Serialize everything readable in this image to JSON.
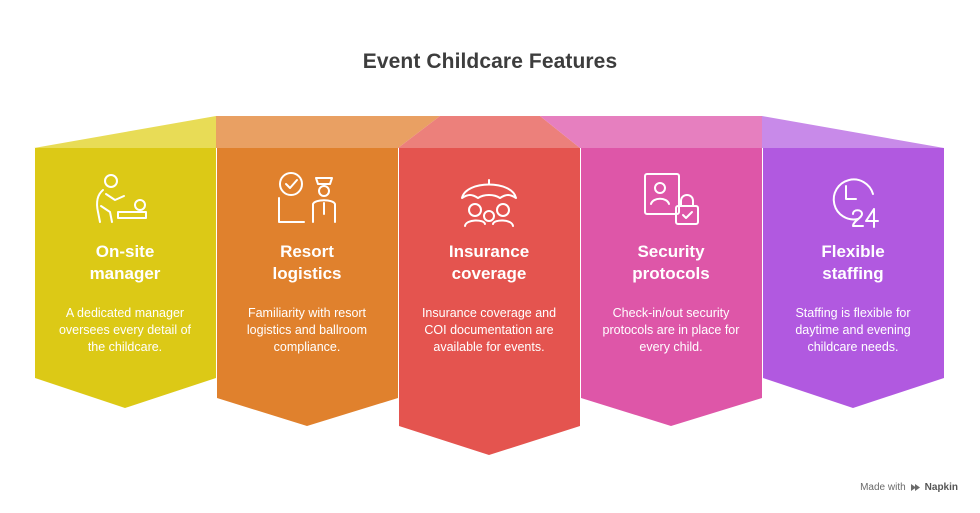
{
  "title": "Event Childcare Features",
  "items": [
    {
      "title": "On-site\nmanager",
      "desc": "A dedicated manager oversees every detail of the childcare.",
      "color": "#dcc916",
      "icon": "caregiver-baby-icon"
    },
    {
      "title": "Resort\nlogistics",
      "desc": "Familiarity with resort logistics and ballroom compliance.",
      "color": "#e0812d",
      "icon": "checklist-staff-icon"
    },
    {
      "title": "Insurance\ncoverage",
      "desc": "Insurance coverage and COI documentation are available for events.",
      "color": "#e4544f",
      "icon": "umbrella-family-icon"
    },
    {
      "title": "Security\nprotocols",
      "desc": "Check-in/out security protocols are in place for every child.",
      "color": "#de56a8",
      "icon": "badge-lock-icon"
    },
    {
      "title": "Flexible\nstaffing",
      "desc": "Staffing is flexible for daytime and evening childcare needs.",
      "color": "#b159e0",
      "icon": "clock-24-icon"
    }
  ],
  "footer": {
    "made_with": "Made with",
    "brand": "Napkin"
  }
}
